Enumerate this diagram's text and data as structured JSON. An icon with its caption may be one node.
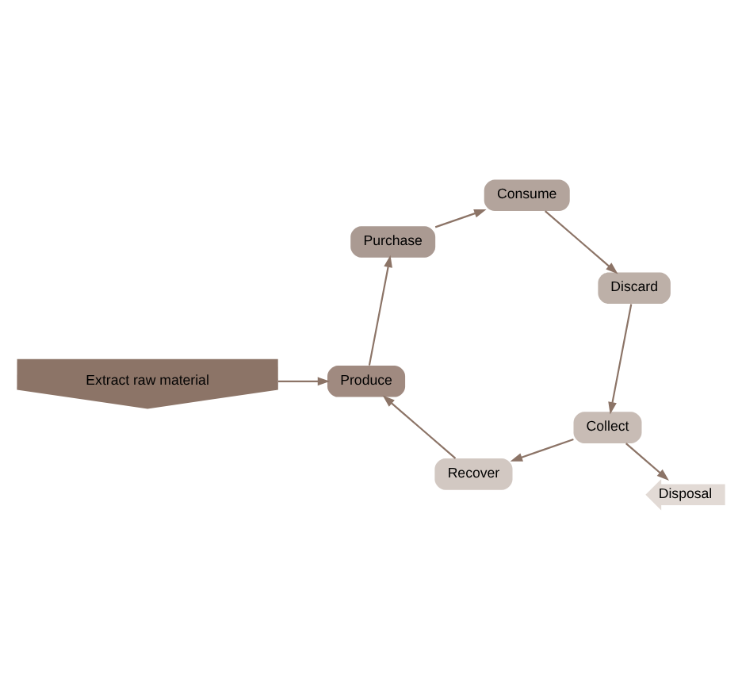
{
  "diagram": {
    "nodes": [
      {
        "text": [
          "Extract raw material"
        ]
      },
      {
        "text": [
          "Produce"
        ]
      },
      {
        "text": [
          "Purchase"
        ]
      },
      {
        "text": [
          "Consume"
        ]
      },
      {
        "text": [
          "Discard"
        ]
      },
      {
        "text": [
          "Collect"
        ]
      },
      {
        "text": [
          "Recover"
        ]
      },
      {
        "text": [
          "Disposal"
        ]
      }
    ],
    "edges": [
      {
        "from": 0,
        "to": 1,
        "arrow": "to"
      },
      {
        "from": 1,
        "to": 2,
        "arrow": "to"
      },
      {
        "from": 2,
        "to": 3,
        "arrow": "to"
      },
      {
        "from": 3,
        "to": 4,
        "arrow": "to"
      },
      {
        "from": 4,
        "to": 5,
        "arrow": "to"
      },
      {
        "from": 5,
        "to": 6,
        "arrow": "to"
      },
      {
        "from": 6,
        "to": 1,
        "arrow": "to"
      },
      {
        "from": 5,
        "to": 7,
        "arrow": "to"
      }
    ]
  }
}
